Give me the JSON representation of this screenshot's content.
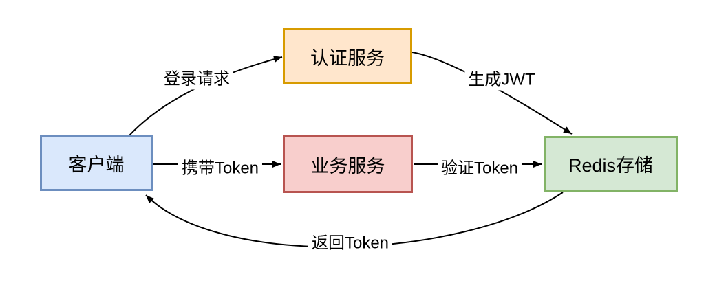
{
  "diagram": {
    "type": "flowchart",
    "background_color": "#ffffff",
    "edge_color": "#000000",
    "nodes": [
      {
        "id": "client",
        "label": "客户端",
        "fill": "#dae8fc",
        "stroke": "#6c8ebf"
      },
      {
        "id": "auth-service",
        "label": "认证服务",
        "fill": "#ffe6cc",
        "stroke": "#d79b00"
      },
      {
        "id": "business-service",
        "label": "业务服务",
        "fill": "#f8cecc",
        "stroke": "#b85450"
      },
      {
        "id": "redis-store",
        "label": "Redis存储",
        "fill": "#d5e8d4",
        "stroke": "#82b366"
      }
    ],
    "edges": [
      {
        "label": "登录请求",
        "from": "client",
        "to": "auth-service"
      },
      {
        "label": "生成JWT",
        "from": "auth-service",
        "to": "redis-store"
      },
      {
        "label": "携带Token",
        "from": "client",
        "to": "business-service"
      },
      {
        "label": "验证Token",
        "from": "business-service",
        "to": "redis-store"
      },
      {
        "label": "返回Token",
        "from": "redis-store",
        "to": "client"
      }
    ]
  }
}
